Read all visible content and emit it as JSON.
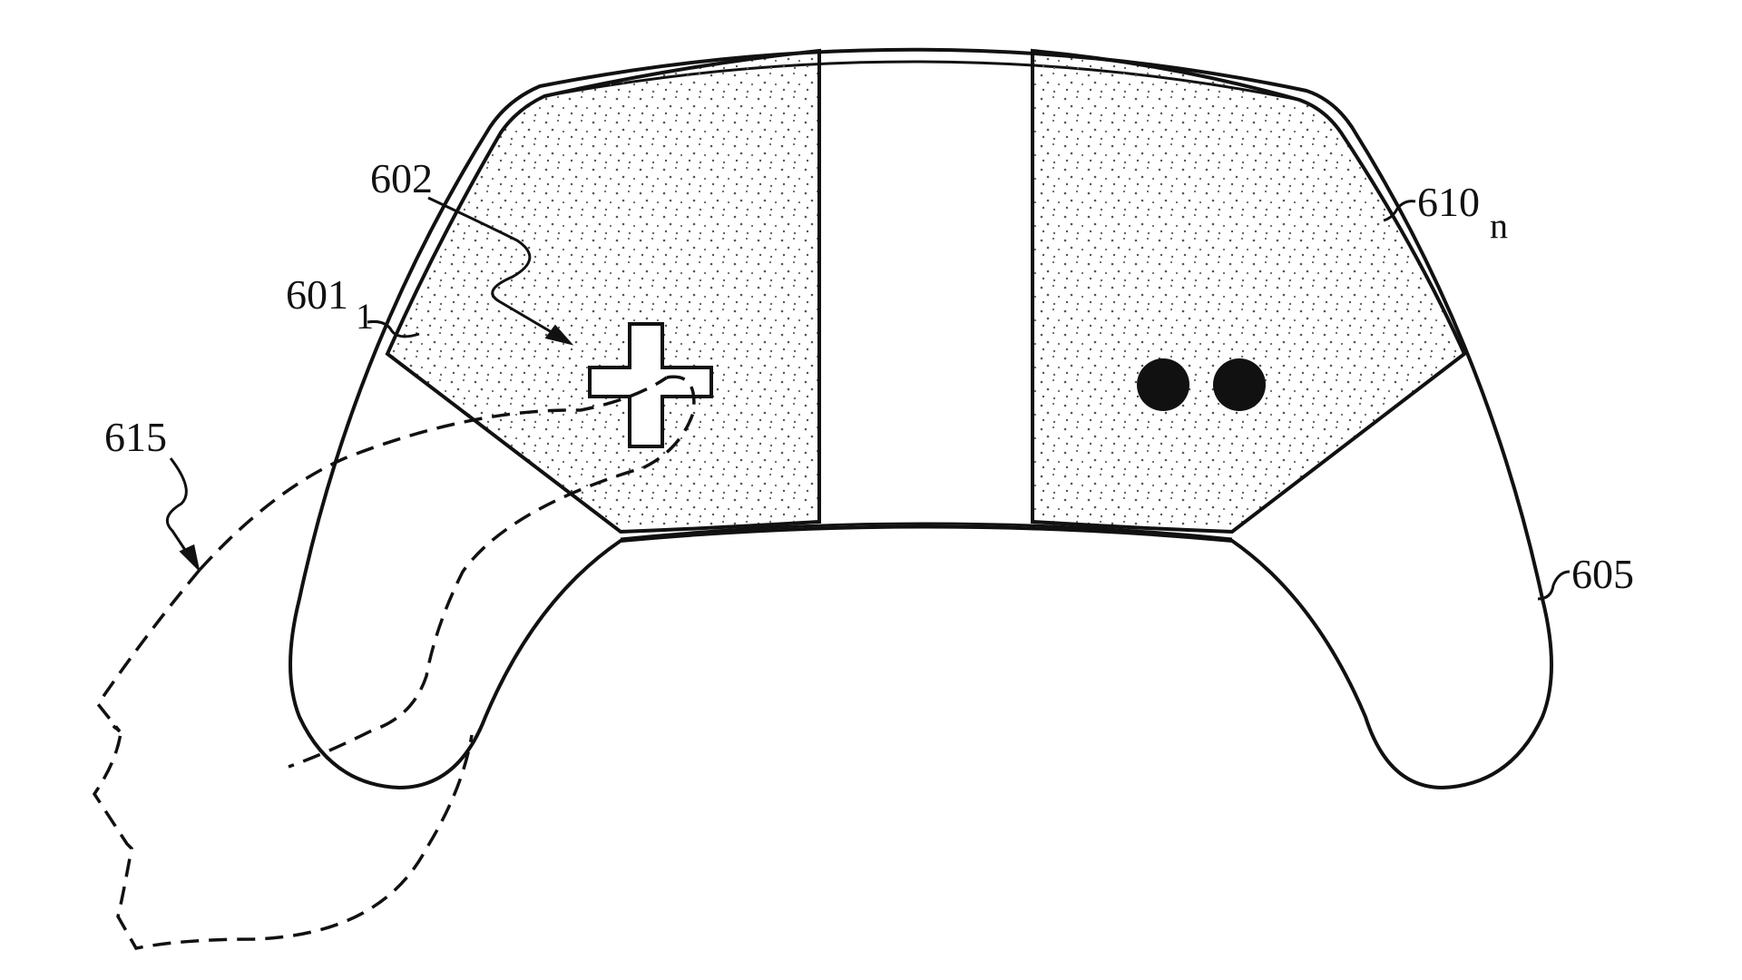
{
  "figure": {
    "subject": "game controller with touch-sensitive regions and hand outline",
    "colors": {
      "line": "#111111",
      "background": "#ffffff",
      "stipple": "#555555"
    },
    "labels": [
      {
        "id": "602",
        "text": "602",
        "sub": ""
      },
      {
        "id": "601_1",
        "text": "601",
        "sub": "1"
      },
      {
        "id": "610_n",
        "text": "610",
        "sub": "n"
      },
      {
        "id": "605",
        "text": "605",
        "sub": ""
      },
      {
        "id": "615",
        "text": "615",
        "sub": ""
      }
    ],
    "elements": {
      "controller_body": "605",
      "left_touch_region": "601_1",
      "right_touch_region": "610_n",
      "dpad_region_pointer": "602",
      "hand_outline": "615",
      "dpad": "cross",
      "buttons": [
        "button-1",
        "button-2"
      ]
    }
  }
}
